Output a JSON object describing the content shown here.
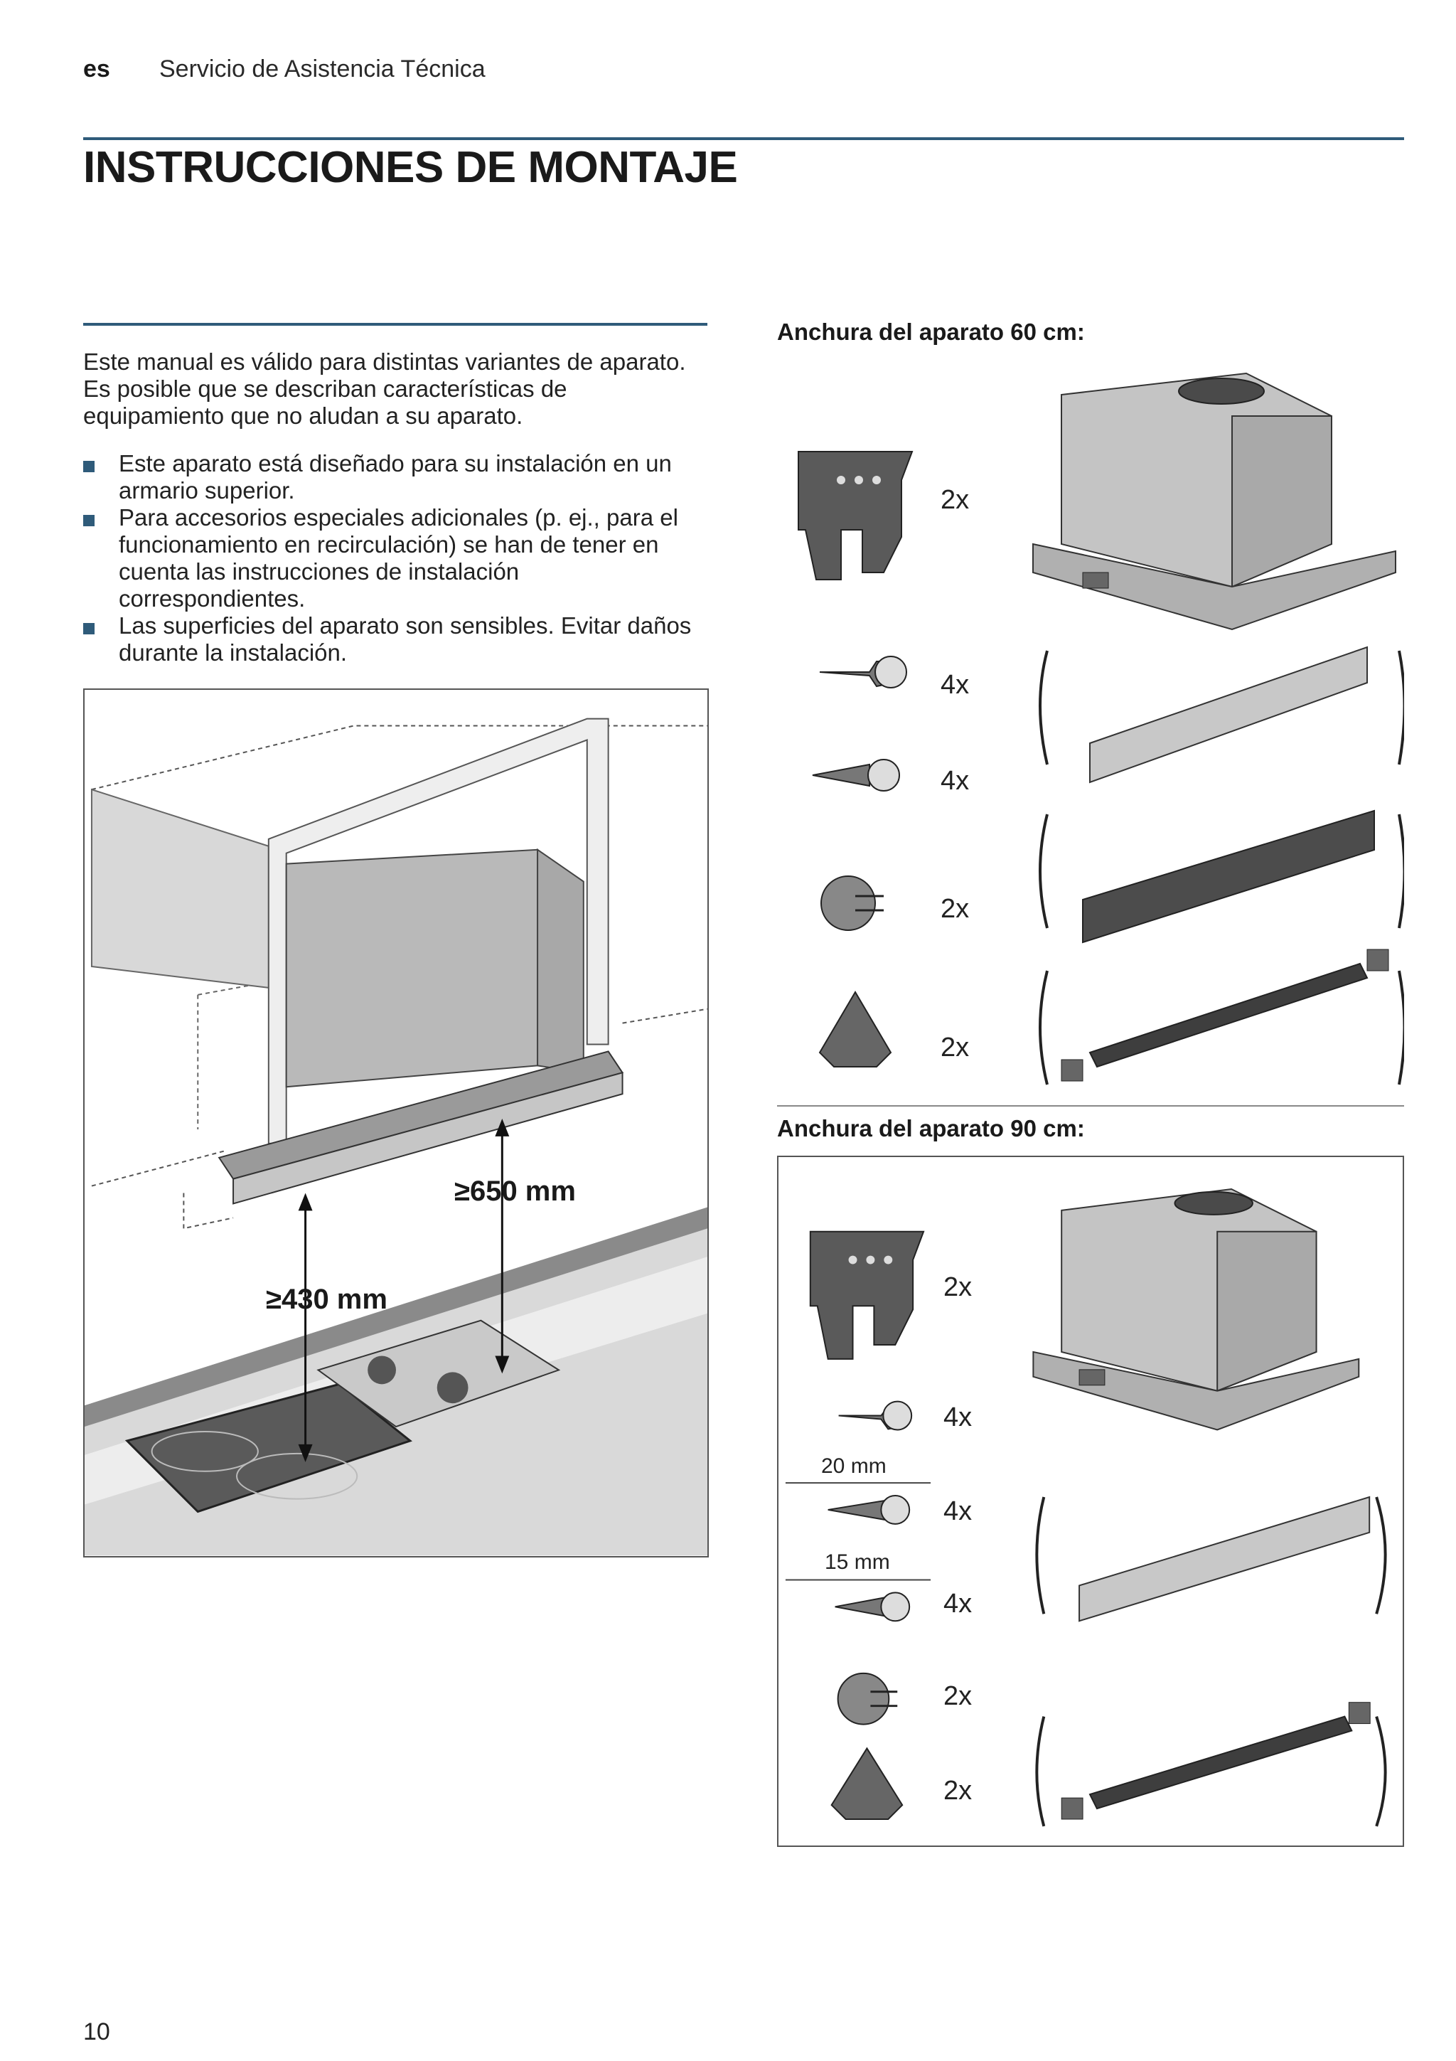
{
  "header": {
    "lang": "es",
    "section": "Servicio de Asistencia Técnica"
  },
  "title": "INSTRUCCIONES DE MONTAJE",
  "intro": "Este manual es válido para distintas variantes de aparato. Es posible que se describan características de equipamiento que no aludan a su aparato.",
  "bullets": [
    "Este aparato está diseñado para su instalación en un armario superior.",
    "Para accesorios especiales adicionales (p. ej., para el funcionamiento en recirculación) se han de tener en cuenta las instrucciones de instalación correspondientes.",
    "Las superficies del aparato son sensibles. Evitar daños durante la instalación."
  ],
  "install_figure": {
    "dim_hob_electric": "≥430 mm",
    "dim_hob_gas": "≥650 mm"
  },
  "panel60": {
    "caption": "Anchura del aparato 60 cm:",
    "quantities": [
      "2x",
      "4x",
      "4x",
      "2x",
      "2x"
    ]
  },
  "panel90": {
    "caption": "Anchura del aparato 90 cm:",
    "quantities": [
      "2x",
      "4x",
      "4x",
      "4x",
      "2x",
      "2x"
    ],
    "screw_lengths": [
      "20 mm",
      "15 mm"
    ]
  },
  "page_number": "10",
  "colors": {
    "accent_rule": "#2f5b7a",
    "appliance_grey": "#b8b8b8",
    "part_dark": "#4a4a4a"
  }
}
